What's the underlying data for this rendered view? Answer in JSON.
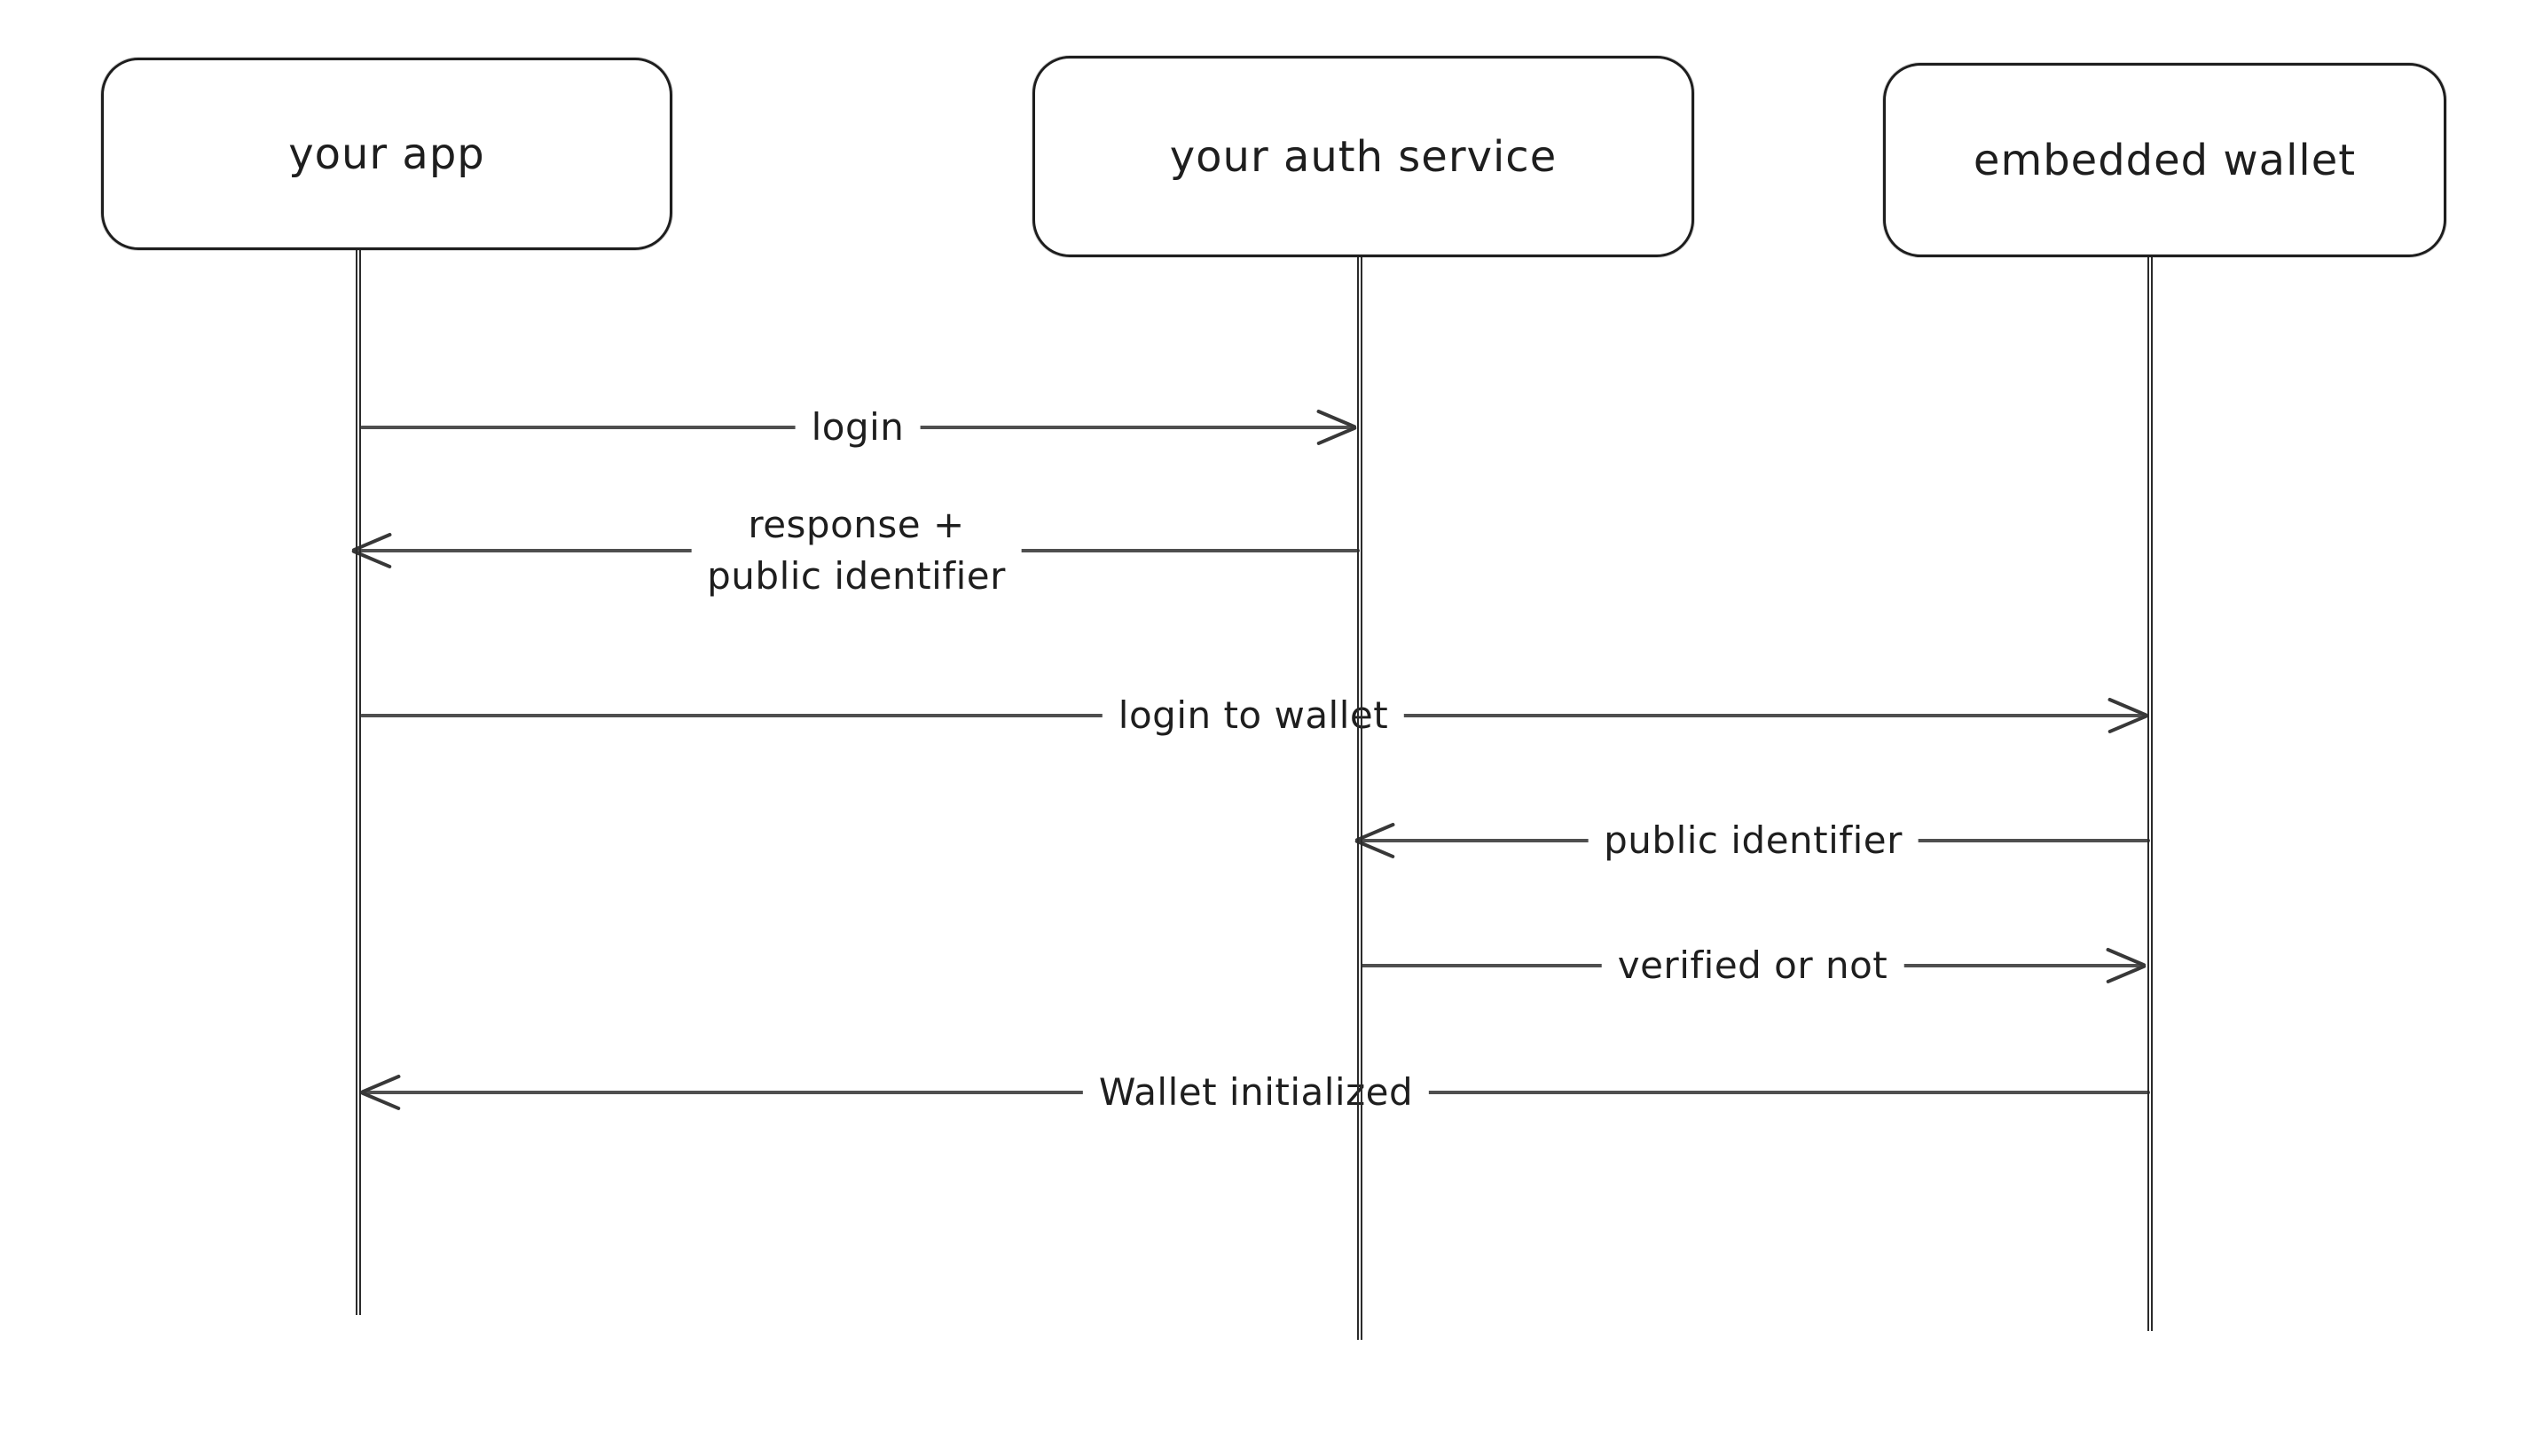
{
  "diagram": {
    "type": "sequence-diagram",
    "style": "hand-drawn",
    "colors": {
      "background": "#ffffff",
      "stroke": "#1e1e1e",
      "arrow": "#4f4f4f",
      "text": "#1e1e1e"
    },
    "actors": [
      {
        "label": "your app"
      },
      {
        "label": "your auth service"
      },
      {
        "label": "embedded wallet"
      }
    ],
    "messages": [
      {
        "label_lines": [
          "login"
        ],
        "from": "your app",
        "to": "your auth service",
        "direction": "right"
      },
      {
        "label_lines": [
          "response +",
          "public identifier"
        ],
        "from": "your auth service",
        "to": "your app",
        "direction": "left"
      },
      {
        "label_lines": [
          "login to wallet"
        ],
        "from": "your app",
        "to": "embedded wallet",
        "direction": "right"
      },
      {
        "label_lines": [
          "public identifier"
        ],
        "from": "embedded wallet",
        "to": "your auth service",
        "direction": "left"
      },
      {
        "label_lines": [
          "verified or not"
        ],
        "from": "your auth service",
        "to": "embedded wallet",
        "direction": "right"
      },
      {
        "label_lines": [
          "Wallet initialized"
        ],
        "from": "embedded wallet",
        "to": "your app",
        "direction": "left"
      }
    ]
  }
}
